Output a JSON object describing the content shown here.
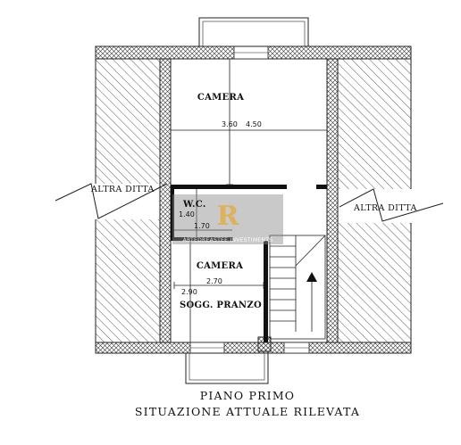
{
  "plan": {
    "title_line1": "PIANO PRIMO",
    "title_line2": "SITUAZIONE ATTUALE RILEVATA",
    "rooms": {
      "camera_top": "CAMERA",
      "wc": "W.C.",
      "camera_bottom": "CAMERA",
      "soggiorno": "SOGG. PRANZO"
    },
    "neighbors": {
      "left": "ALTRA DITTA",
      "right": "ALTRA DITTA"
    },
    "dimensions": {
      "top_width": "3.60",
      "top_height": "4.50",
      "wc_height": "1.40",
      "wc_width": "1.70",
      "bottom_width": "2.70",
      "bottom_height": "2.90"
    },
    "watermark": {
      "monogram": "R",
      "text": "ARTEDREASTEE INVESTIMENTS"
    }
  }
}
